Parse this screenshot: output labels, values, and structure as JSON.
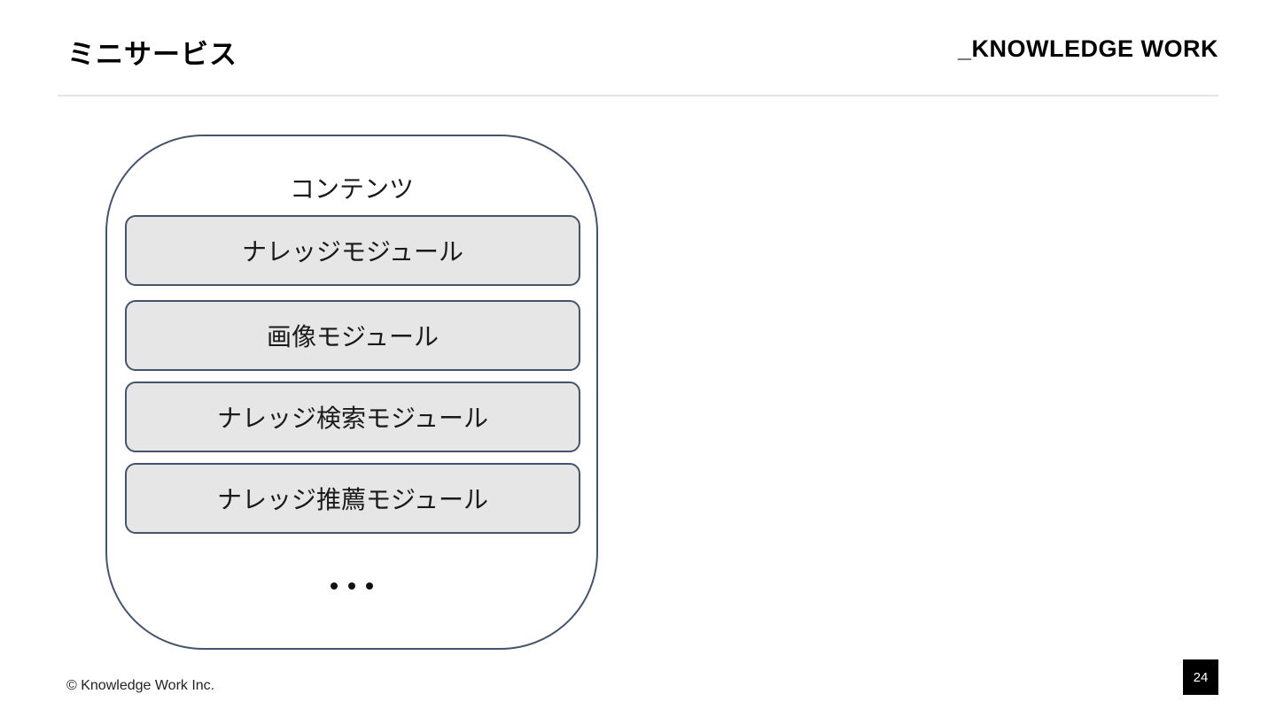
{
  "header": {
    "title": "ミニサービス",
    "brand": "_KNOWLEDGE WORK"
  },
  "diagram": {
    "container_label": "コンテンツ",
    "modules": [
      {
        "label": "ナレッジモジュール"
      },
      {
        "label": "画像モジュール"
      },
      {
        "label": "ナレッジ検索モジュール"
      },
      {
        "label": "ナレッジ推薦モジュール"
      }
    ],
    "more_indicator": "• • •"
  },
  "footer": {
    "copyright": "© Knowledge Work Inc.",
    "page_number": "24"
  },
  "colors": {
    "border": "#45546a",
    "module_fill": "#e6e6e6",
    "header_rule": "#e4e4e4",
    "page_badge": "#000000"
  }
}
